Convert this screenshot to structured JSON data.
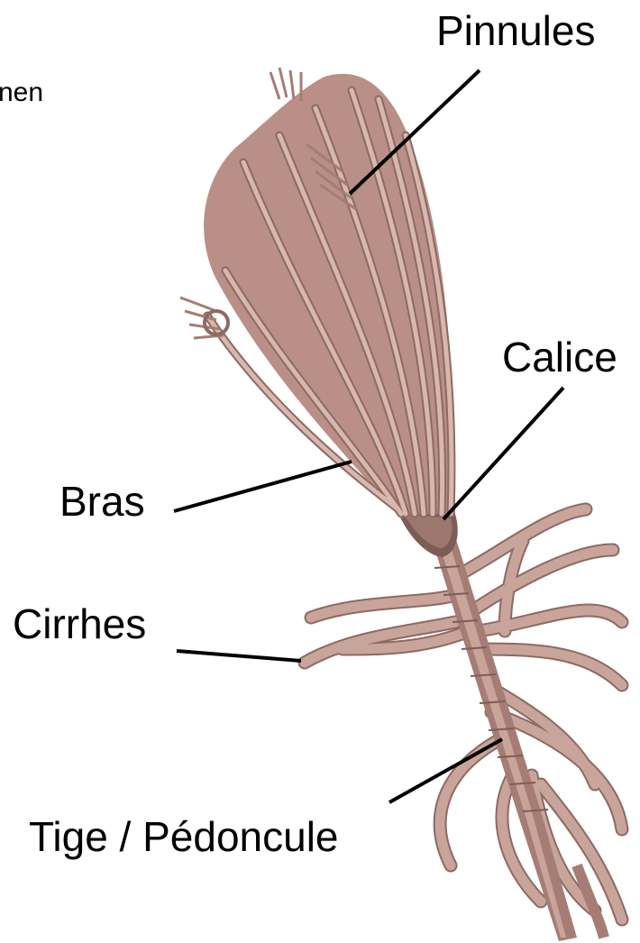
{
  "diagram": {
    "corner_text": "nen",
    "labels": {
      "pinnules": "Pinnules",
      "calice": "Calice",
      "bras": "Bras",
      "cirrhes": "Cirrhes",
      "tige": "Tige / Pédoncule"
    },
    "colors": {
      "organism": "#b98f87",
      "organism_dark": "#8d6a63",
      "organism_light": "#d7b7ae",
      "text": "#000000",
      "background": "#ffffff"
    }
  }
}
